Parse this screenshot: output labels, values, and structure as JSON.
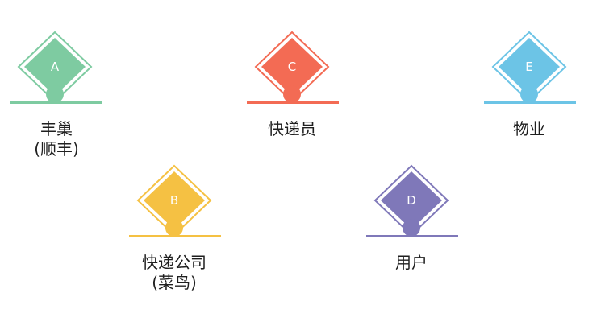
{
  "nodes": [
    {
      "letter": "A",
      "name": "丰巢",
      "sub": "(顺丰)",
      "color": "#7ecba1"
    },
    {
      "letter": "C",
      "name": "快递员",
      "sub": "",
      "color": "#f36b54"
    },
    {
      "letter": "E",
      "name": "物业",
      "sub": "",
      "color": "#6cc4e6"
    },
    {
      "letter": "B",
      "name": "快递公司",
      "sub": "(菜鸟)",
      "color": "#f5c143"
    },
    {
      "letter": "D",
      "name": "用户",
      "sub": "",
      "color": "#7f78b9"
    }
  ]
}
